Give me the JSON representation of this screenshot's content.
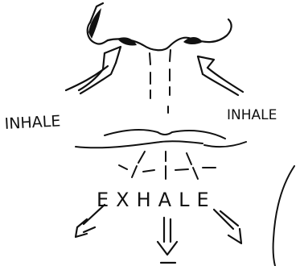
{
  "labels": {
    "inhale_left": "INHALE",
    "inhale_right": "INHALE",
    "exhale": "EXHALE"
  },
  "colors": {
    "ink": "#111111",
    "paper": "#ffffff"
  }
}
